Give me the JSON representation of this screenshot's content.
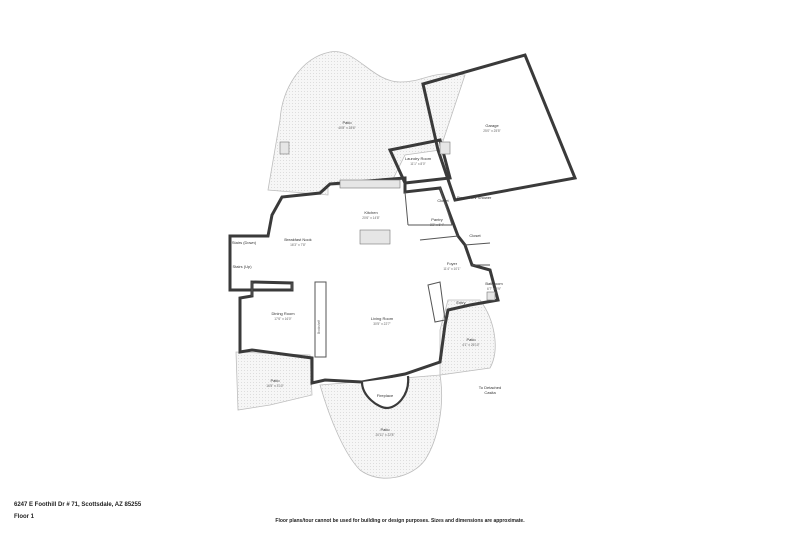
{
  "rooms": {
    "garage": {
      "name": "Garage",
      "dim": "25'0\" x 25'5\""
    },
    "patio_top": {
      "name": "Patio",
      "dim": "40'8\" x 28'6\""
    },
    "laundry": {
      "name": "Laundry Room",
      "dim": "11'1\" x 8'0\""
    },
    "kitchen": {
      "name": "Kitchen",
      "dim": "20'6\" x 14'8\""
    },
    "closet_top": {
      "name": "Closet"
    },
    "pantry": {
      "name": "Pantry",
      "dim": "8'2\" x 5'4\""
    },
    "breakfast": {
      "name": "Breakfast Nook",
      "dim": "16'3\" x 7'8\""
    },
    "stairs_down": {
      "name": "Stairs (Down)"
    },
    "stairs_up": {
      "name": "Stairs (Up)"
    },
    "closet_mid": {
      "name": "Closet"
    },
    "foyer": {
      "name": "Foyer",
      "dim": "11'4\" x 10'1\""
    },
    "bathroom": {
      "name": "Bathroom",
      "dim": "6'7\" x 5'9\""
    },
    "dining": {
      "name": "Dining Room",
      "dim": "17'6\" x 16'0\""
    },
    "bookshelf": {
      "name": "Bookshelf"
    },
    "living": {
      "name": "Living Room",
      "dim": "30'5\" x 22'7\""
    },
    "entry": {
      "name": "Entry"
    },
    "patio_right": {
      "name": "Patio",
      "dim": "4'1\" x 26'10\""
    },
    "patio_left": {
      "name": "Patio",
      "dim": "16'5\" x 3'10\""
    },
    "fireplace": {
      "name": "Fireplace"
    },
    "patio_bottom": {
      "name": "Patio",
      "dim": "20'11\" x 22'8\""
    }
  },
  "notes": {
    "steam": "Steam Rm/ Shower",
    "to_casita_line1": "To Detached",
    "to_casita_line2": "Casita"
  },
  "footer": {
    "address": "6247 E Foothill Dr # 71, Scottsdale, AZ 85255",
    "floor": "Floor 1",
    "disclaimer": "Floor plans/tour cannot be used for building or design purposes. Sizes and dimensions are approximate."
  }
}
